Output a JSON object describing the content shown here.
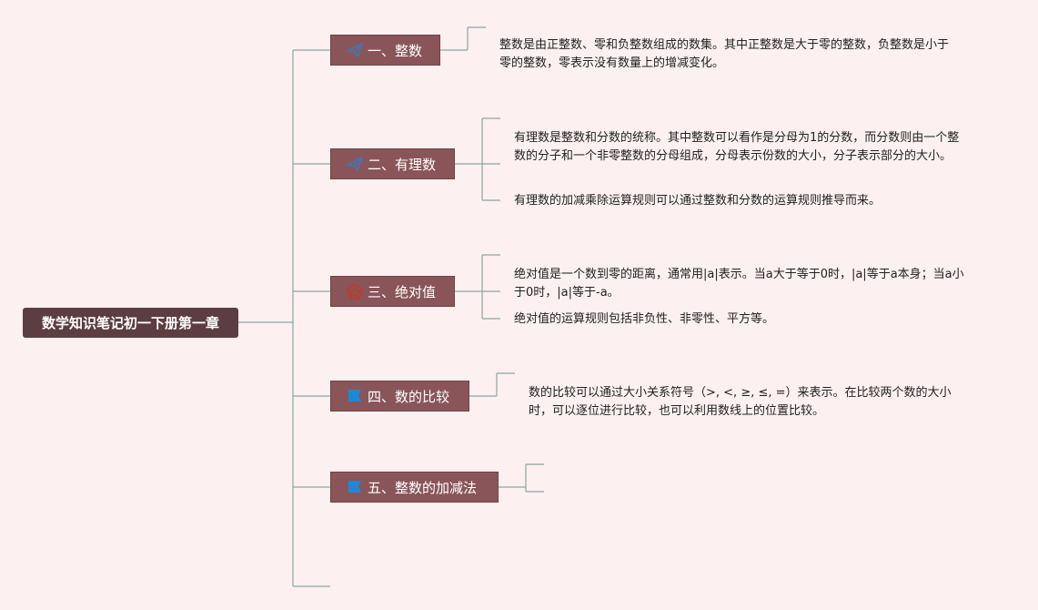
{
  "root": {
    "label": "数学知识笔记初一下册第一章"
  },
  "nodes": [
    {
      "label": "一、整数",
      "icon": "paper-plane-icon",
      "notes": [
        "整数是由正整数、零和负整数组成的数集。其中正整数是大于零的整数，负整数是小于零的整数，零表示没有数量上的增减变化。"
      ]
    },
    {
      "label": "二、有理数",
      "icon": "paper-plane-icon",
      "notes": [
        "有理数是整数和分数的统称。其中整数可以看作是分母为1的分数，而分数则由一个整数的分子和一个非零整数的分母组成，分母表示份数的大小，分子表示部分的大小。",
        "有理数的加减乘除运算规则可以通过整数和分数的运算规则推导而来。"
      ]
    },
    {
      "label": "三、绝对值",
      "icon": "pentagon-star-icon",
      "notes": [
        "绝对值是一个数到零的距离，通常用|a|表示。当a大于等于0时，|a|等于a本身；当a小于0时，|a|等于-a。",
        "绝对值的运算规则包括非负性、非零性、平方等。"
      ]
    },
    {
      "label": "四、数的比较",
      "icon": "blue-flag-icon",
      "notes": [
        "数的比较可以通过大小关系符号（>, <, ≥, ≤, =）来表示。在比较两个数的大小时，可以逐位进行比较，也可以利用数线上的位置比较。"
      ]
    },
    {
      "label": "五、整数的加减法",
      "icon": "blue-flag-icon",
      "notes": []
    }
  ],
  "colors": {
    "background": "#fdf0f0",
    "root": "#5b3d42",
    "node": "#8a5559",
    "line": "#7f9c98"
  }
}
